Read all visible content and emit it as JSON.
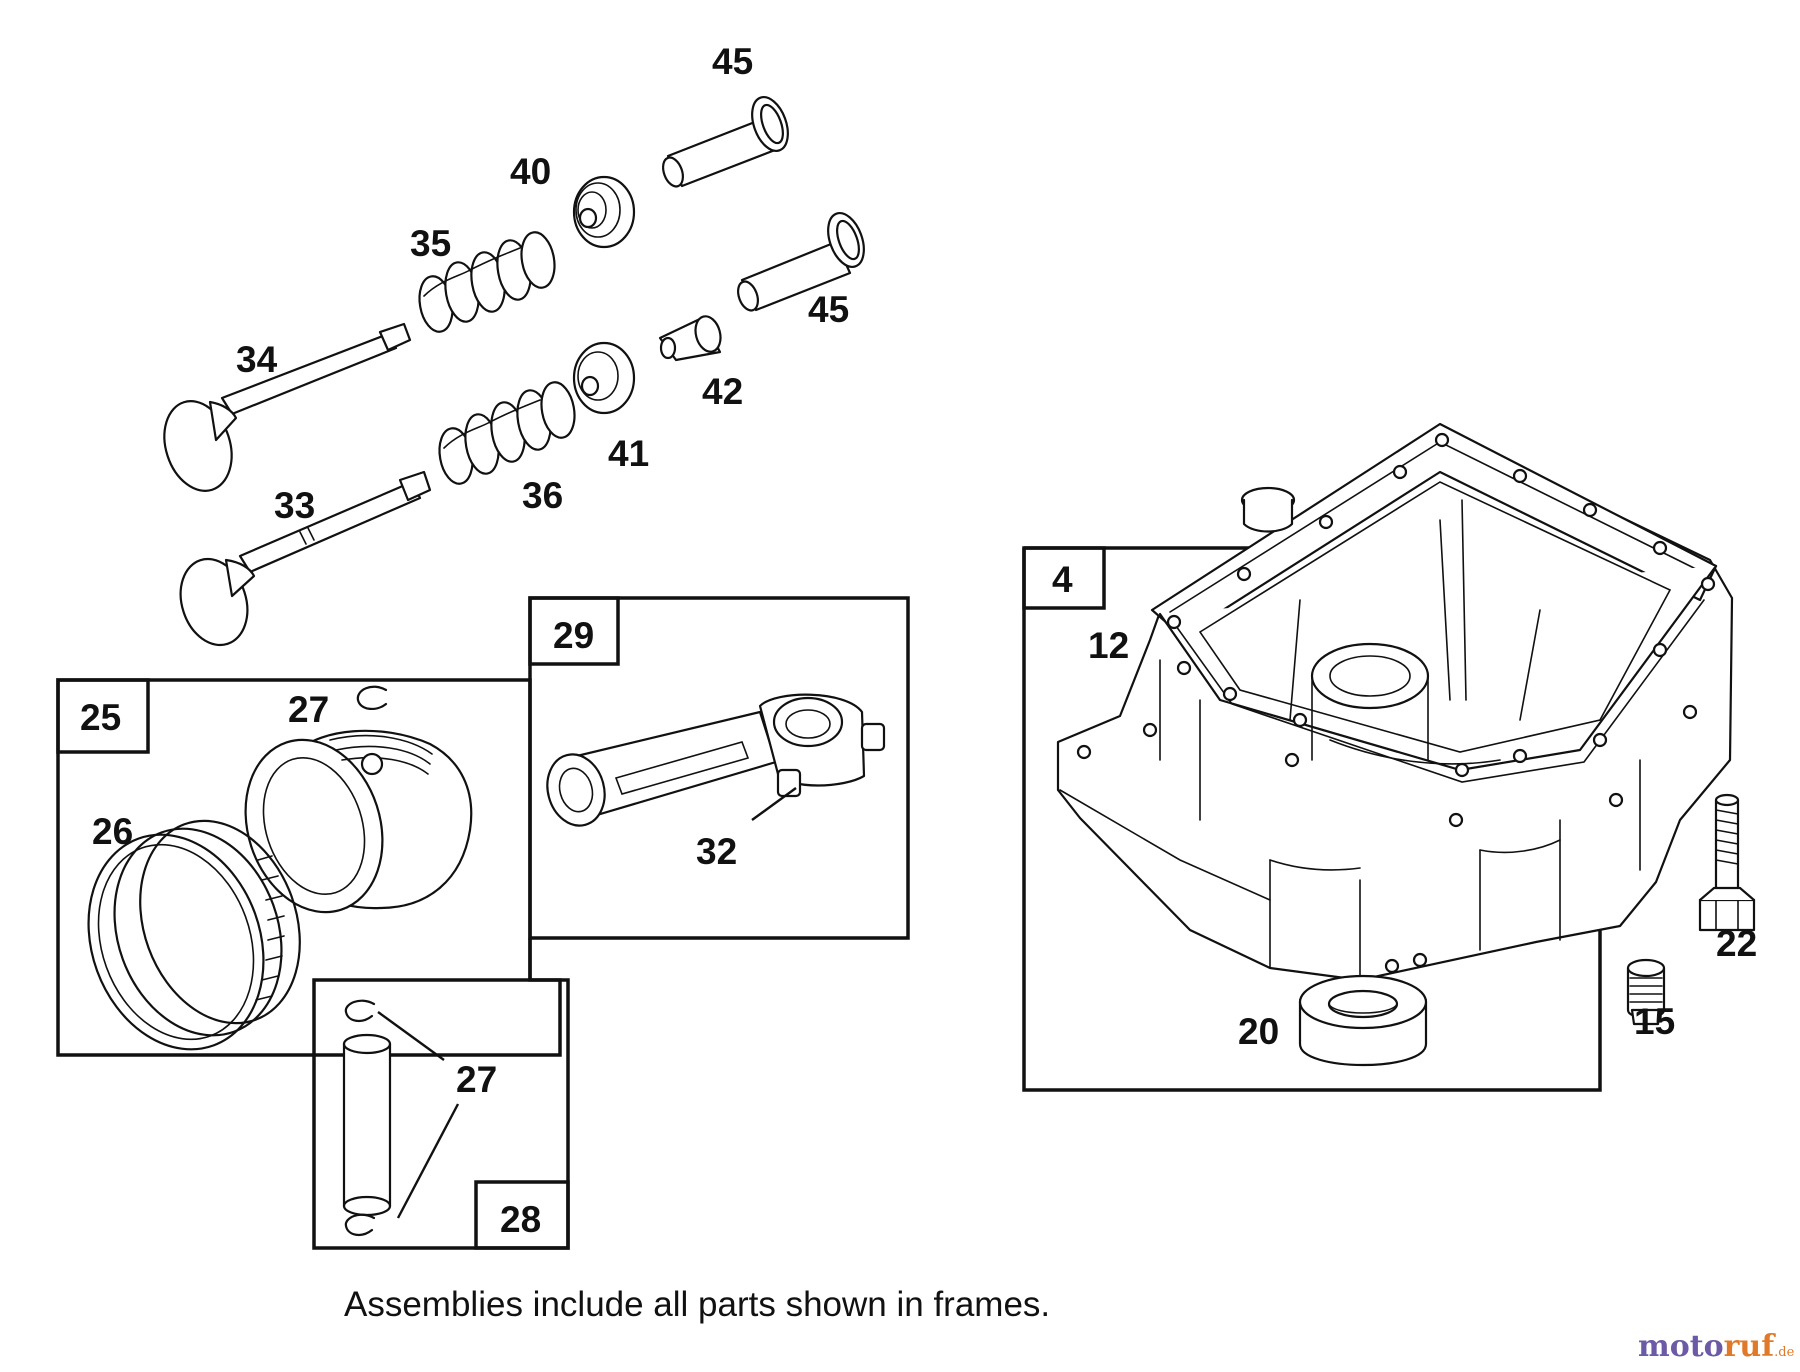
{
  "callouts": {
    "p45a": "45",
    "p40": "40",
    "p35": "35",
    "p45b": "45",
    "p34": "34",
    "p42": "42",
    "p41": "41",
    "p36": "36",
    "p33": "33",
    "p27a": "27",
    "p26": "26",
    "p32": "32",
    "p27b": "27",
    "p12": "12",
    "p22": "22",
    "p15": "15",
    "p20": "20"
  },
  "frames": {
    "f25": "25",
    "f29": "29",
    "f28": "28",
    "f4": "4"
  },
  "caption": "Assemblies include all parts shown in frames.",
  "watermark": {
    "part1": "moto",
    "part2": "ruf",
    "suffix": ".de"
  },
  "colors": {
    "line": "#111111",
    "watermark_purple": "#6b5aa6",
    "watermark_orange": "#e07a2a"
  }
}
